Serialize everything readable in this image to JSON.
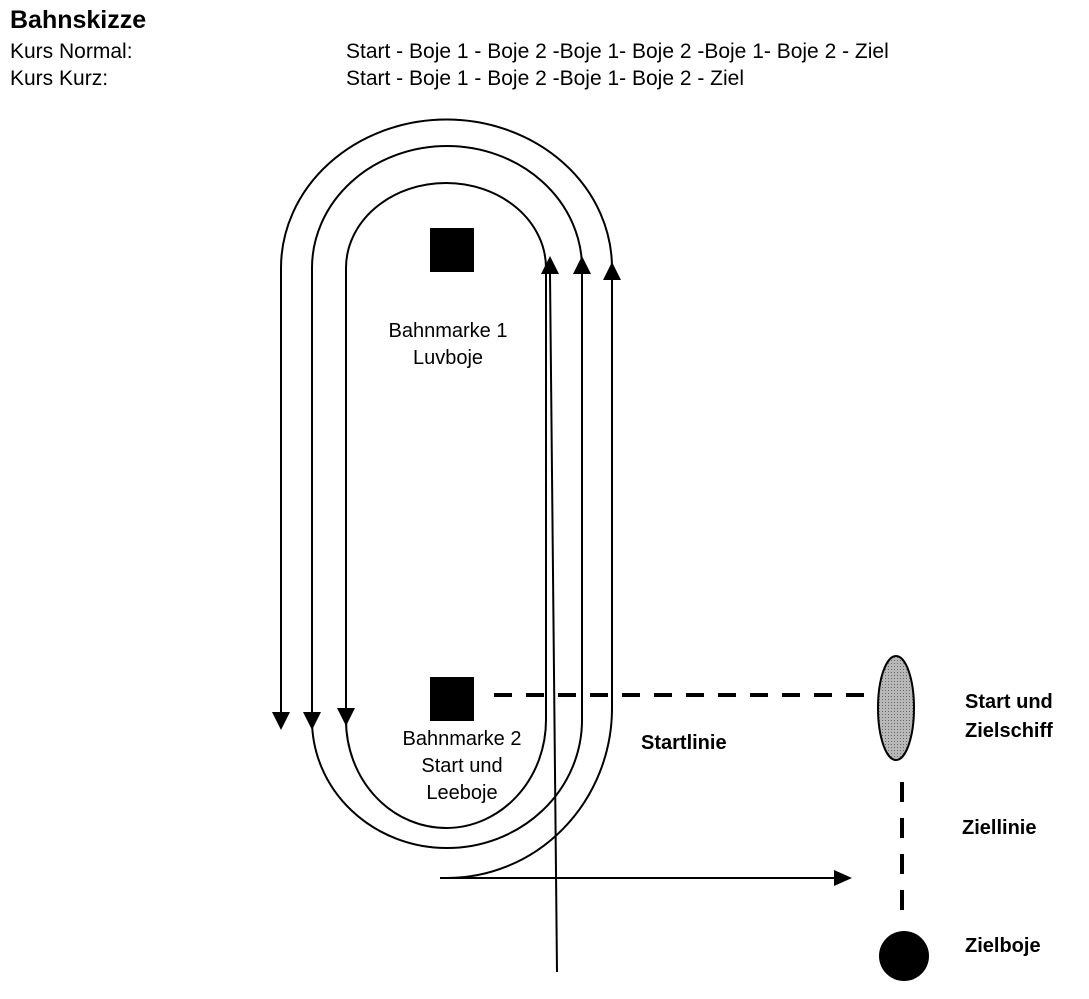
{
  "header": {
    "title": "Bahnskizze"
  },
  "courses": [
    {
      "label": "Kurs Normal:",
      "route": "Start - Boje 1 - Boje 2 -Boje 1- Boje 2 -Boje 1- Boje 2 - Ziel"
    },
    {
      "label": "Kurs Kurz:",
      "route": "Start - Boje 1 - Boje 2 -Boje 1- Boje 2 - Ziel"
    }
  ],
  "marks": {
    "mark1": {
      "line1": "Bahnmarke 1",
      "line2": "Luvboje"
    },
    "mark2": {
      "line1": "Bahnmarke 2",
      "line2": "Start und",
      "line3": "Leeboje"
    }
  },
  "lines": {
    "start_line": "Startlinie",
    "finish_line": "Ziellinie"
  },
  "vessels": {
    "committee_boat_line1": "Start und",
    "committee_boat_line2": "Zielschiff",
    "finish_buoy": "Zielboje"
  }
}
